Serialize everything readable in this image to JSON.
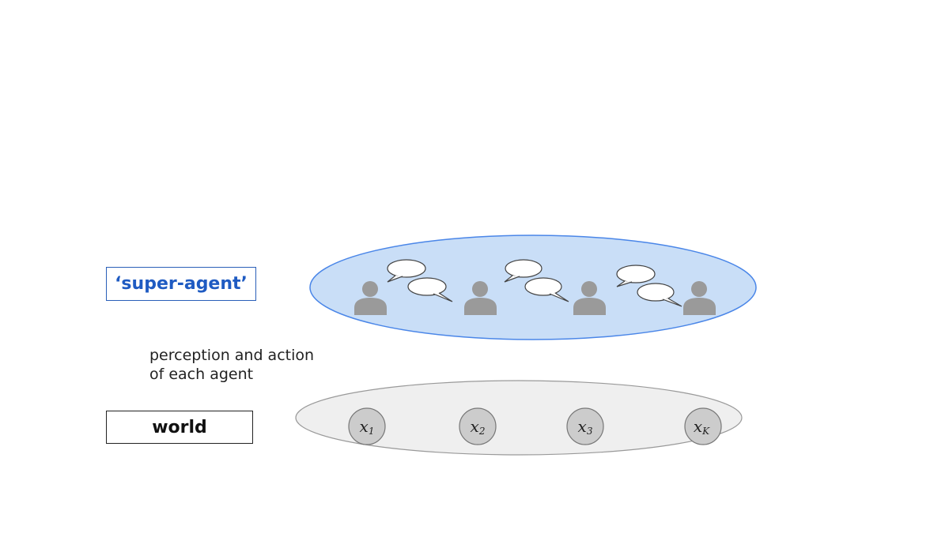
{
  "labels": {
    "super_agent": "‘super-agent’",
    "world": "world",
    "caption_line1": "perception and action",
    "caption_line2": "of each agent"
  },
  "agents": [
    {
      "icon": "person-icon",
      "bubbles": [
        "speech-bubble-icon",
        "speech-bubble-icon"
      ]
    },
    {
      "icon": "person-icon",
      "bubbles": [
        "speech-bubble-icon",
        "speech-bubble-icon"
      ]
    },
    {
      "icon": "person-icon",
      "bubbles": [
        "speech-bubble-icon",
        "speech-bubble-icon"
      ]
    },
    {
      "icon": "person-icon",
      "bubbles": []
    }
  ],
  "world_variables": [
    {
      "base": "x",
      "sub": "1"
    },
    {
      "base": "x",
      "sub": "2"
    },
    {
      "base": "x",
      "sub": "3"
    },
    {
      "base": "x",
      "sub": "K"
    }
  ],
  "colors": {
    "super_agent_fill": "#c9def7",
    "super_agent_stroke": "#4a86e8",
    "super_agent_text": "#1f5bc2",
    "world_fill": "#efefef",
    "world_stroke": "#999999",
    "variable_fill": "#cccccc",
    "person_fill": "#9a9a9a"
  }
}
